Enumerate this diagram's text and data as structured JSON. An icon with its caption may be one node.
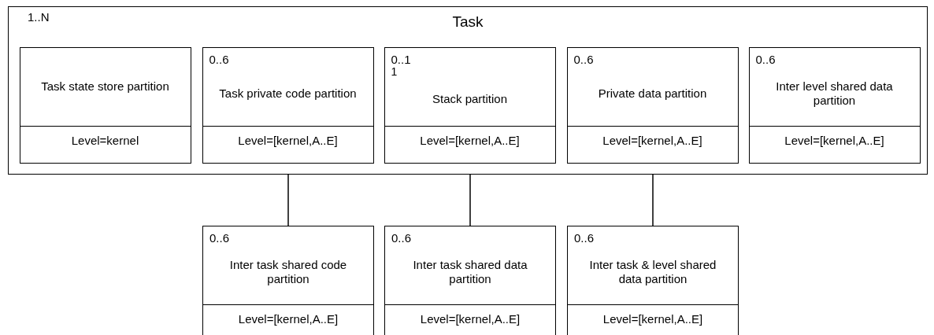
{
  "diagram": {
    "nodes": [
      {
        "text": [
          "1..N",
          "Task"
        ]
      },
      {
        "text": [
          "Task state store partition",
          "Level=kernel"
        ],
        "in": 0
      },
      {
        "text": [
          "0..6",
          "Task private code partition",
          "Level=[kernel,A..E]"
        ],
        "in": 0
      },
      {
        "text": [
          "0..1",
          "1",
          "Stack partition",
          "Level=[kernel,A..E]"
        ],
        "in": 0
      },
      {
        "text": [
          "0..6",
          "Private data partition",
          "Level=[kernel,A..E]"
        ],
        "in": 0
      },
      {
        "text": [
          "0..6",
          "Inter level shared data partition",
          "Level=[kernel,A..E]"
        ],
        "in": 0
      },
      {
        "text": [
          "0..6",
          "Inter task shared code partition",
          "Level=[kernel,A..E]"
        ]
      },
      {
        "text": [
          "0..6",
          "Inter task shared data partition",
          "Level=[kernel,A..E]"
        ]
      },
      {
        "text": [
          "0..6",
          "Inter task & level shared data partition",
          "Level=[kernel,A..E]"
        ]
      }
    ],
    "edges": [
      {
        "from": 0,
        "to": 6,
        "arrow": "none"
      },
      {
        "from": 0,
        "to": 7,
        "arrow": "none"
      },
      {
        "from": 0,
        "to": 8,
        "arrow": "none"
      }
    ]
  }
}
